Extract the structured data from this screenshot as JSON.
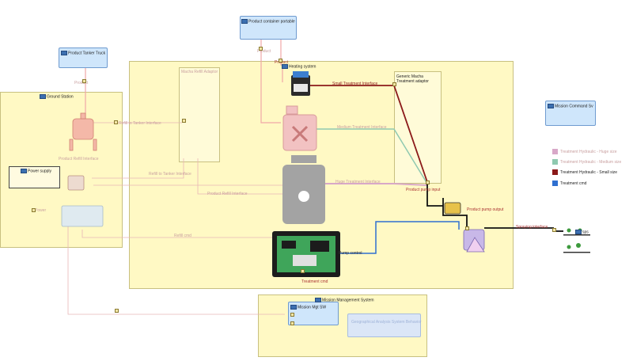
{
  "blocks": {
    "tanker_truck": "Product Tanker Truck",
    "container_portable": "Product container portable",
    "ground_station": "Ground Station",
    "power_supply": "Power supply",
    "heating_system": "Heating system",
    "macha_refill_adaptor": "Macha Refill Adaptor",
    "generic_macha": "Generic Macha Treatment adaptor",
    "mission_command": "Mission Command Sv",
    "mission_mgmt": "Mission Management System",
    "mission_mgt_sw": "Mission Mgt SW",
    "geo_analysis": "Geographical Analysis System Behavior",
    "sps": "sps"
  },
  "flows": {
    "product_top": "Product",
    "product_left": "Product",
    "product_right": "Product",
    "small_treat": "Small Treatment Interface",
    "medium_treat": "Medium Treatment Interface",
    "huge_treat": "Huge Treatment Interface",
    "refill_tanker": "Refill to Tanker Interface",
    "refill_tanker2": "Refill to Tanker Interface",
    "product_refill": "Product Refill Interface",
    "product_refill2": "Product Refill Interface",
    "product_pump_input": "Product pump input",
    "product_pump_output": "Product pump output",
    "spraying": "Spraying interface",
    "pump_control": "Pump control",
    "refill_cmd": "Refill cmd",
    "treatment_cmd": "Treatment cmd",
    "power": "Power"
  },
  "legend": {
    "huge": "Treatment Hydraulic - Huge size",
    "medium": "Treatment Hydraulic - Medium size",
    "small": "Treatment Hydraulic - Small size",
    "cmd": "Treatment cmd"
  },
  "colors": {
    "small": "#8b1a1a",
    "medium": "#8fc9b0",
    "huge": "#d8a8c8",
    "cmd": "#2f6fd0",
    "product": "#f0a8a8",
    "black": "#111111"
  }
}
